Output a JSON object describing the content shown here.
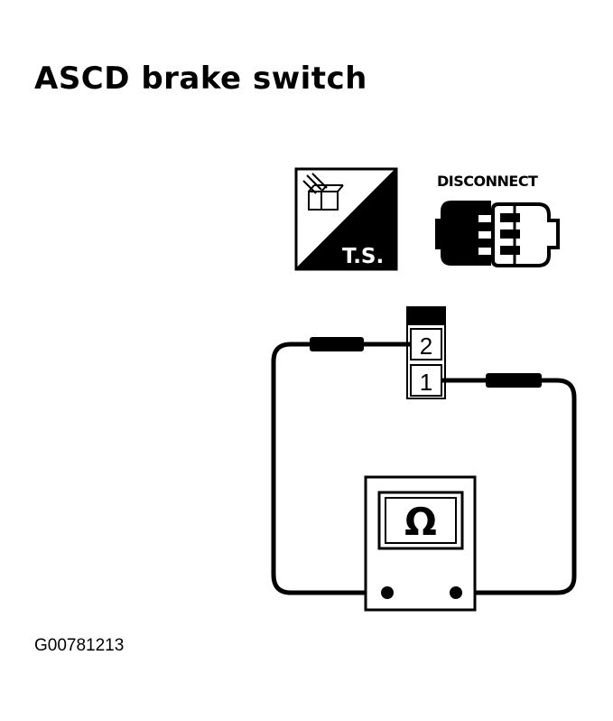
{
  "title": "ASCD brake switch",
  "figure_id": "G00781213",
  "ts_icon": {
    "label": "T.S.",
    "icon": "test-stand-icon"
  },
  "disconnect_icon": {
    "label": "DISCONNECT",
    "icon": "connector-disconnect-icon"
  },
  "connector": {
    "terminal_top": "2",
    "terminal_bottom": "1"
  },
  "ohmmeter": {
    "symbol": "Ω",
    "icon": "ohm-icon"
  },
  "colors": {
    "ink": "#000000",
    "paper": "#ffffff"
  }
}
